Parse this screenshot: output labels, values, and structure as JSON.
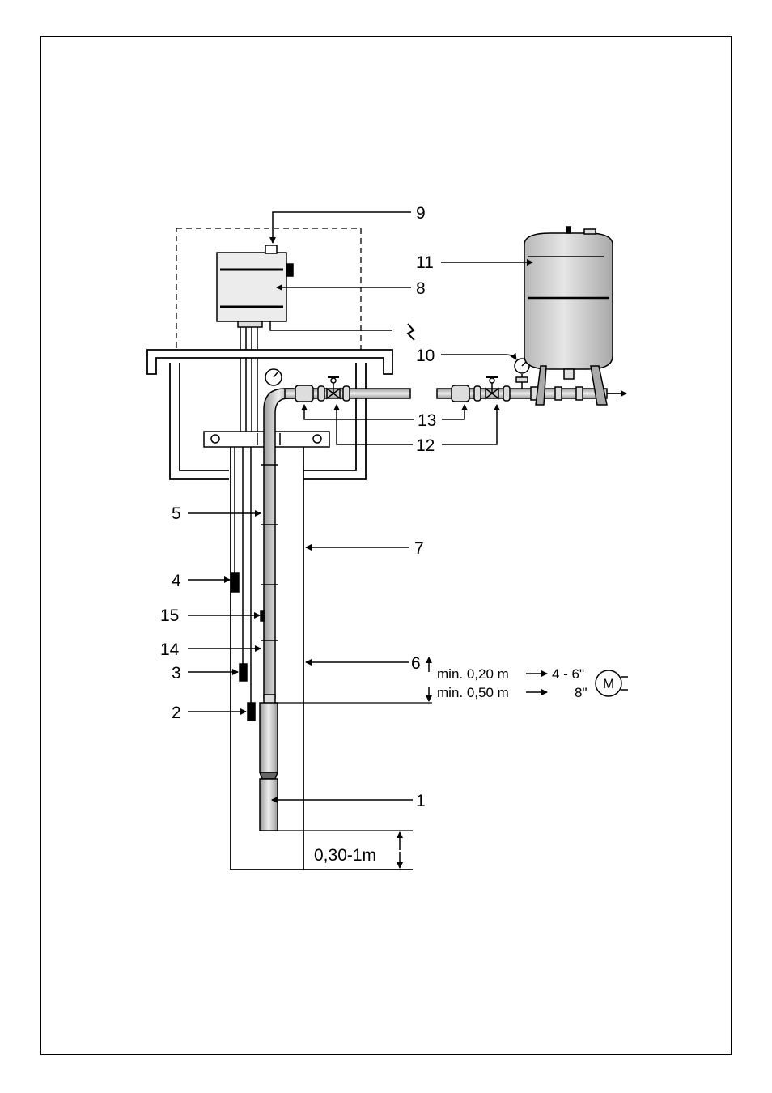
{
  "labels": {
    "l1": "1",
    "l2": "2",
    "l3": "3",
    "l4": "4",
    "l5": "5",
    "l6": "6",
    "l7": "7",
    "l8": "8",
    "l9": "9",
    "l10": "10",
    "l11": "11",
    "l12": "12",
    "l13": "13",
    "l14": "14",
    "l15": "15"
  },
  "dimensions": {
    "min_020": "min. 0,20 m",
    "size_46": "4 - 6\"",
    "min_050": "min. 0,50 m",
    "size_8": "8\"",
    "motor": "M",
    "bottom_gap": "0,30-1m"
  }
}
